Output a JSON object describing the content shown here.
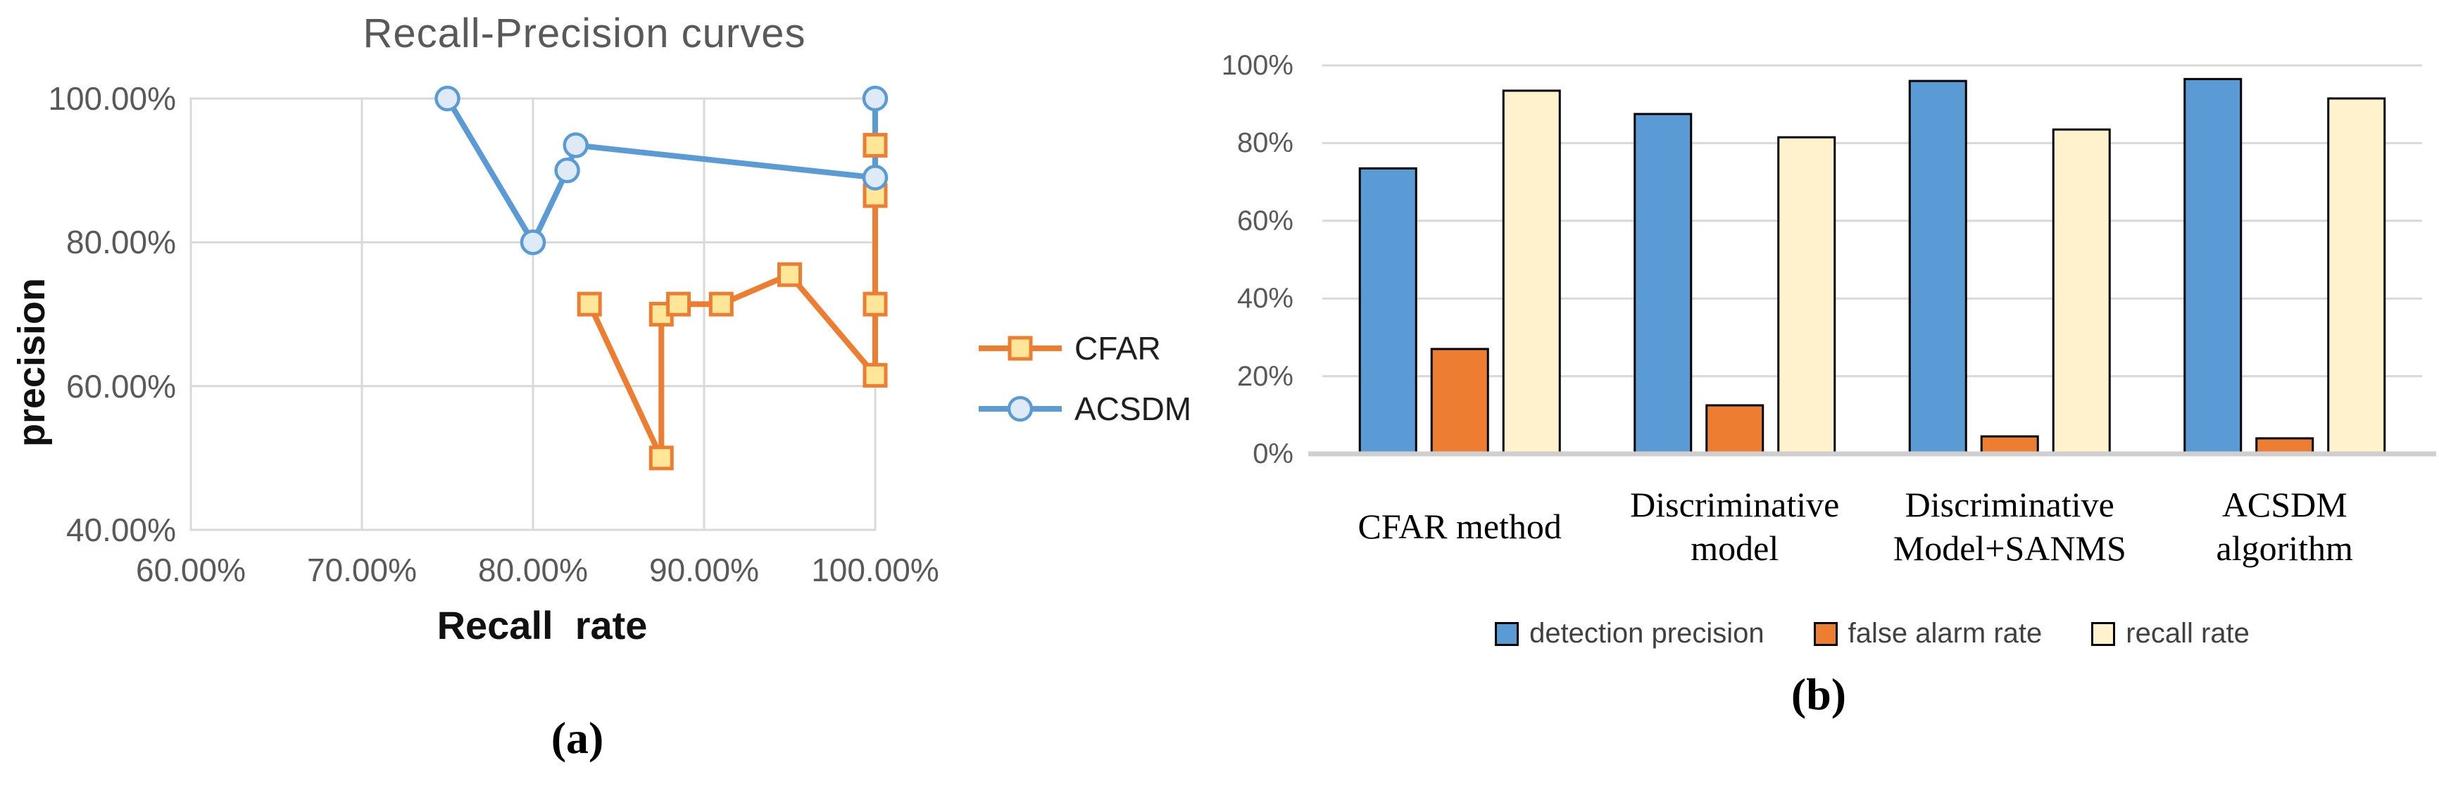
{
  "figure": {
    "panel_a": {
      "title": "Recall-Precision curves",
      "y_axis_title": "precision",
      "x_axis_title": "Recall  rate",
      "panel_label": "(a)"
    },
    "panel_b": {
      "panel_label": "(b)"
    }
  },
  "colors": {
    "orange": "#ED7D31",
    "orange_marker_fill": "#FFE699",
    "blue": "#5B9BD5",
    "blue_marker_fill": "#DEEBF7",
    "cream": "#FFF2CC",
    "gridline": "#D9D9D9",
    "axis_baseline": "#CFCFCF",
    "tick_text": "#595959"
  },
  "chart_data": [
    {
      "type": "line",
      "title": "Recall-Precision curves",
      "xlabel": "Recall  rate",
      "ylabel": "precision",
      "xlim": [
        60,
        100
      ],
      "ylim": [
        40,
        100
      ],
      "grid": true,
      "legend_position": "right",
      "x_tick_values": [
        60,
        70,
        80,
        90,
        100
      ],
      "x_ticks": [
        "60.00%",
        "70.00%",
        "80.00%",
        "90.00%",
        "100.00%"
      ],
      "y_tick_values": [
        100,
        80,
        60,
        40
      ],
      "y_ticks": [
        "100.00%",
        "80.00%",
        "60.00%",
        "40.00%"
      ],
      "series": [
        {
          "name": "CFAR",
          "color": "#ED7D31",
          "marker": "square",
          "marker_fill": "#FFE699",
          "points": [
            [
              83.3,
              71.4
            ],
            [
              87.5,
              50
            ],
            [
              87.5,
              70
            ],
            [
              88.5,
              71.4
            ],
            [
              91,
              71.4
            ],
            [
              95,
              75.5
            ],
            [
              100,
              61.5
            ],
            [
              100,
              71.4
            ],
            [
              100,
              86.5
            ],
            [
              100,
              93.5
            ]
          ]
        },
        {
          "name": "ACSDM",
          "color": "#5B9BD5",
          "marker": "circle",
          "marker_fill": "#DEEBF7",
          "points": [
            [
              75,
              100
            ],
            [
              80,
              80
            ],
            [
              82,
              90
            ],
            [
              82.5,
              93.5
            ],
            [
              100,
              89
            ],
            [
              100,
              100
            ]
          ]
        }
      ]
    },
    {
      "type": "bar",
      "title": "",
      "xlabel": "",
      "ylabel": "",
      "ylim": [
        0,
        100
      ],
      "grid": true,
      "legend_position": "bottom",
      "y_tick_values": [
        100,
        80,
        60,
        40,
        20,
        0
      ],
      "y_ticks": [
        "100%",
        "80%",
        "60%",
        "40%",
        "20%",
        "0%"
      ],
      "categories": [
        "CFAR method",
        "Discriminative model",
        "Discriminative Model+SANMS",
        "ACSDM algorithm"
      ],
      "categories_lines": [
        [
          "CFAR method"
        ],
        [
          "Discriminative",
          "model"
        ],
        [
          "Discriminative",
          "Model+SANMS"
        ],
        [
          "ACSDM",
          "algorithm"
        ]
      ],
      "series": [
        {
          "name": "detection precision",
          "color": "#5B9BD5",
          "values": [
            73.5,
            87.5,
            96,
            96.5
          ]
        },
        {
          "name": "false alarm rate",
          "color": "#ED7D31",
          "values": [
            27,
            12.5,
            4.5,
            4
          ]
        },
        {
          "name": "recall rate",
          "color": "#FFF2CC",
          "values": [
            93.5,
            81.5,
            83.5,
            91.5
          ]
        }
      ]
    }
  ]
}
